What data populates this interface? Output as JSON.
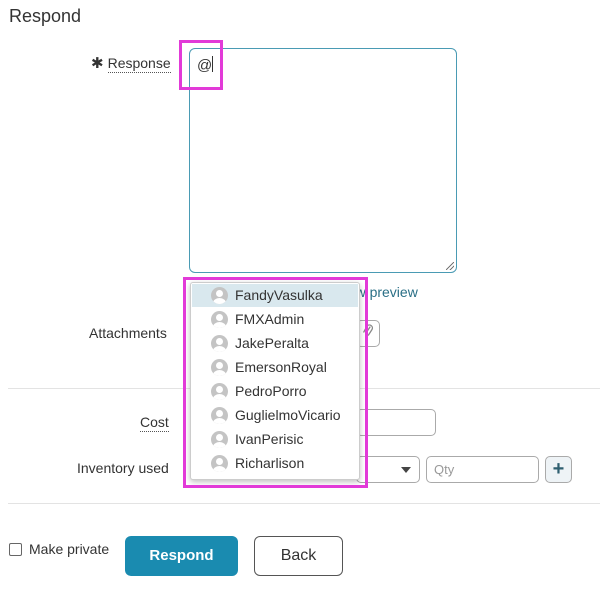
{
  "heading": "Respond",
  "response": {
    "required_marker": "✱",
    "label": "Response",
    "value": "@"
  },
  "show_preview": "how preview",
  "attachments": {
    "label": "Attachments"
  },
  "cost": {
    "label": "Cost"
  },
  "inventory": {
    "label": "Inventory used",
    "qty_placeholder": "Qty",
    "add_glyph": "+"
  },
  "mention_dropdown": {
    "items": [
      {
        "label": "FandyVasulka",
        "active": true
      },
      {
        "label": "FMXAdmin"
      },
      {
        "label": "JakePeralta"
      },
      {
        "label": "EmersonRoyal"
      },
      {
        "label": "PedroPorro"
      },
      {
        "label": "GuglielmoVicario"
      },
      {
        "label": "IvanPerisic"
      },
      {
        "label": "Richarlison"
      }
    ]
  },
  "footer": {
    "make_private_label": "Make private",
    "make_private_checked": false,
    "respond_button": "Respond",
    "back_button": "Back"
  },
  "colors": {
    "primary": "#1a8bb0",
    "highlight": "#e23ad8",
    "textarea_border": "#4a9bb4",
    "active_item": "#d9e8ee"
  },
  "icons": {
    "attach": "paperclip-icon",
    "inventory_add": "plus-icon",
    "select_arrow": "chevron-down-icon",
    "user": "user-avatar-icon"
  }
}
